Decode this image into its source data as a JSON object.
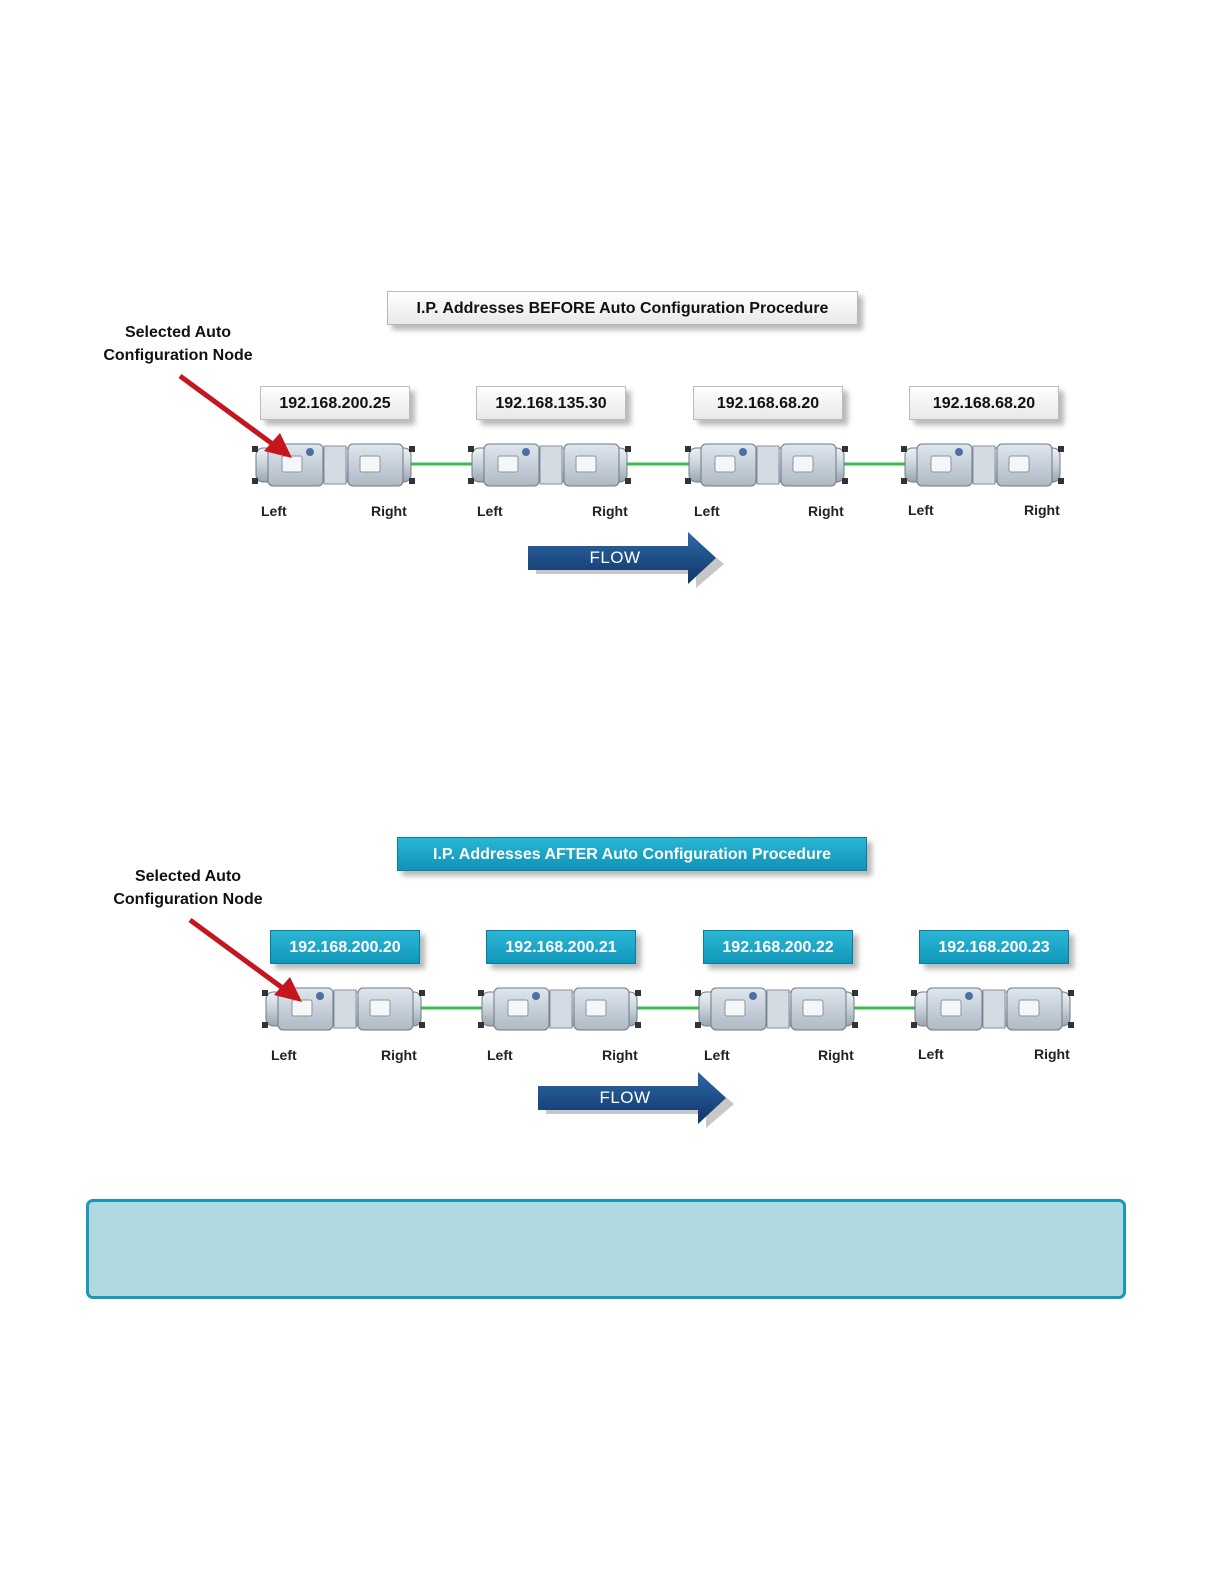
{
  "before": {
    "title": "I.P. Addresses BEFORE Auto Configuration Procedure",
    "selected_label": [
      "Selected  Auto",
      "Configuration Node"
    ],
    "nodes": [
      {
        "ip": "192.168.200.25",
        "left": "Left",
        "right": "Right"
      },
      {
        "ip": "192.168.135.30",
        "left": "Left",
        "right": "Right"
      },
      {
        "ip": "192.168.68.20",
        "left": "Left",
        "right": "Right"
      },
      {
        "ip": "192.168.68.20",
        "left": "Left",
        "right": "Right"
      }
    ],
    "flow": "FLOW"
  },
  "after": {
    "title": "I.P. Addresses AFTER Auto Configuration Procedure",
    "selected_label": [
      "Selected  Auto",
      "Configuration Node"
    ],
    "nodes": [
      {
        "ip": "192.168.200.20",
        "left": "Left",
        "right": "Right"
      },
      {
        "ip": "192.168.200.21",
        "left": "Left",
        "right": "Right"
      },
      {
        "ip": "192.168.200.22",
        "left": "Left",
        "right": "Right"
      },
      {
        "ip": "192.168.200.23",
        "left": "Left",
        "right": "Right"
      }
    ],
    "flow": "FLOW"
  },
  "colors": {
    "link_green": "#3dbb4d",
    "arrow_red": "#c4161c",
    "flow_blue": "#17477f",
    "accent_teal": "#1a98b7",
    "note_fill": "#b0d9e0"
  }
}
